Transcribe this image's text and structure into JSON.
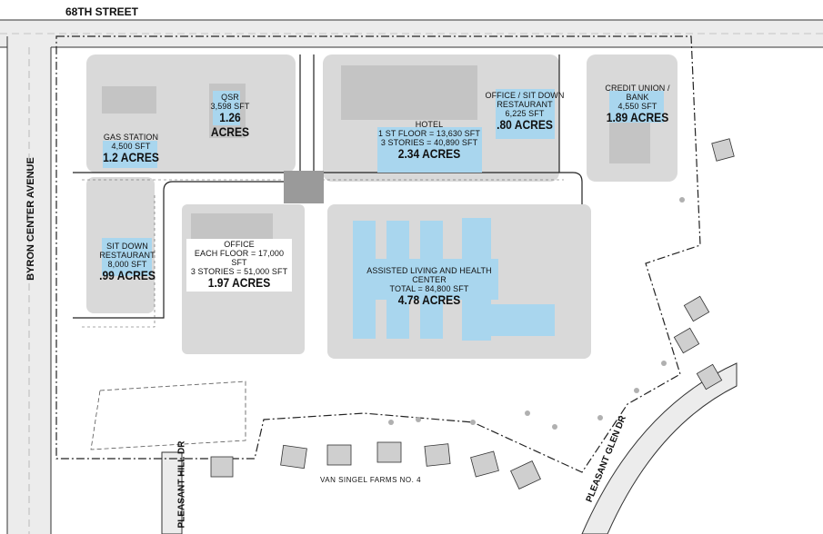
{
  "streets": {
    "north": "68TH STREET",
    "west": "BYRON CENTER AVENUE",
    "south_west": "PLEASANT HILL DR",
    "south_east": "PLEASANT GLEN DR"
  },
  "subdivision": "VAN SINGEL FARMS NO. 4",
  "parcels": {
    "qsr": {
      "name": "QSR",
      "size": "3,598 SFT",
      "acres": "1.26 ACRES"
    },
    "gas_station": {
      "name": "GAS STATION",
      "size": "4,500 SFT",
      "acres": "1.2 ACRES"
    },
    "hotel": {
      "name": "HOTEL",
      "floor": "1 ST FLOOR = 13,630 SFT",
      "stories": "3 STORIES = 40,890 SFT",
      "acres": "2.34 ACRES"
    },
    "office_restaurant": {
      "name1": "OFFICE / SIT DOWN",
      "name2": "RESTAURANT",
      "size": "6,225 SFT",
      "acres": ".80 ACRES"
    },
    "credit_union": {
      "name1": "CREDIT UNION /",
      "name2": "BANK",
      "size": "4,550 SFT",
      "acres": "1.89 ACRES"
    },
    "sit_down_restaurant": {
      "name1": "SIT DOWN",
      "name2": "RESTAURANT",
      "size": "8,000 SFT",
      "acres": ".99 ACRES"
    },
    "office": {
      "name": "OFFICE",
      "floor": "EACH FLOOR = 17,000 SFT",
      "stories": "3 STORIES = 51,000 SFT",
      "acres": "1.97 ACRES"
    },
    "assisted_living": {
      "name": "ASSISTED LIVING AND HEALTH CENTER",
      "total": "TOTAL = 84,800 SFT",
      "acres": "4.78 ACRES"
    }
  },
  "colors": {
    "building_highlight": "#a9d6ee",
    "pavement": "#d9d9d9",
    "building": "#cfcfcf",
    "lines": "#222222"
  }
}
